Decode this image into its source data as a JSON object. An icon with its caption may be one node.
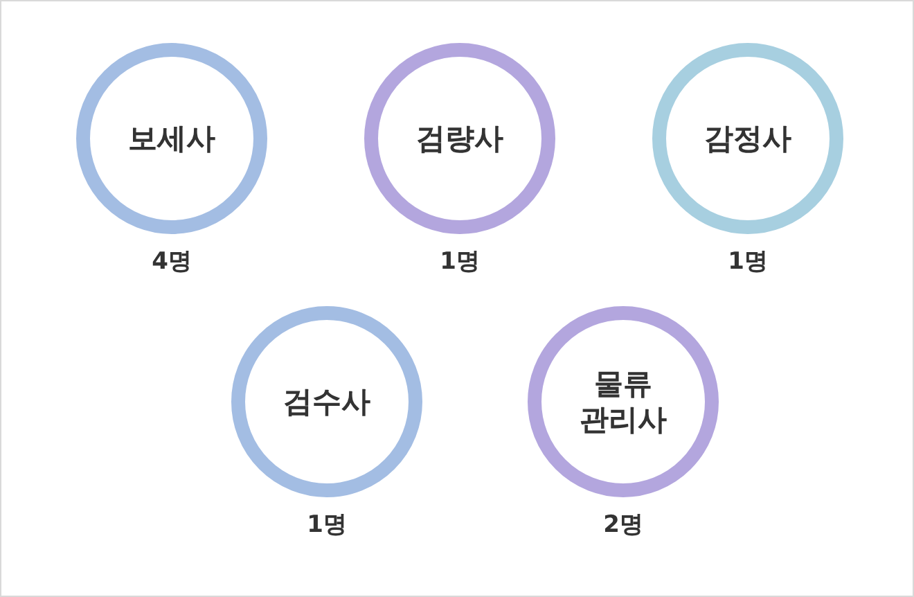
{
  "diagram": {
    "nodes": [
      {
        "text": [
          "보세사"
        ],
        "beside": [
          "4명"
        ]
      },
      {
        "text": [
          "검량사"
        ],
        "beside": [
          "1명"
        ]
      },
      {
        "text": [
          "감정사"
        ],
        "beside": [
          "1명"
        ]
      },
      {
        "text": [
          "검수사"
        ],
        "beside": [
          "1명"
        ]
      },
      {
        "text": [
          "물류 관리사"
        ],
        "beside": [
          "2명"
        ]
      }
    ]
  }
}
